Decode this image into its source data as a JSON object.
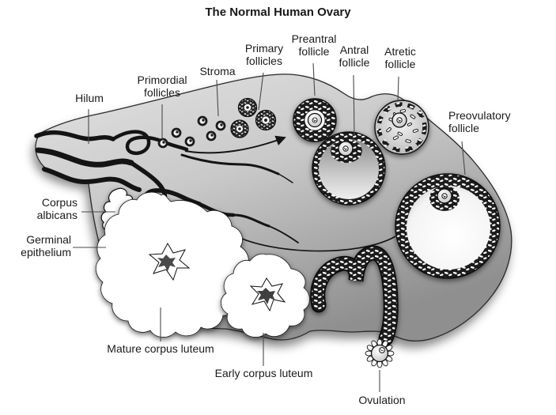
{
  "title": "The Normal Human Ovary",
  "labels": {
    "hilum": "Hilum",
    "primordial_follicles": "Primordial follicles",
    "stroma": "Stroma",
    "primary_follicles": "Primary follicles",
    "preantral_follicle": "Preantral follicle",
    "antral_follicle": "Antral follicle",
    "atretic_follicle": "Atretic follicle",
    "preovulatory_follicle": "Preovulatory follicle",
    "corpus_albicans": "Corpus albicans",
    "germinal_epithelium": "Germinal epithelium",
    "mature_corpus_luteum": "Mature corpus luteum",
    "early_corpus_luteum": "Early corpus luteum",
    "ovulation": "Ovulation"
  },
  "colors": {
    "background": "#ffffff",
    "ink": "#1a1a1a",
    "tissue_light": "#e0e0e0",
    "tissue_dark": "#979797",
    "vessel_black": "#141414",
    "structure_white": "#ffffff"
  }
}
